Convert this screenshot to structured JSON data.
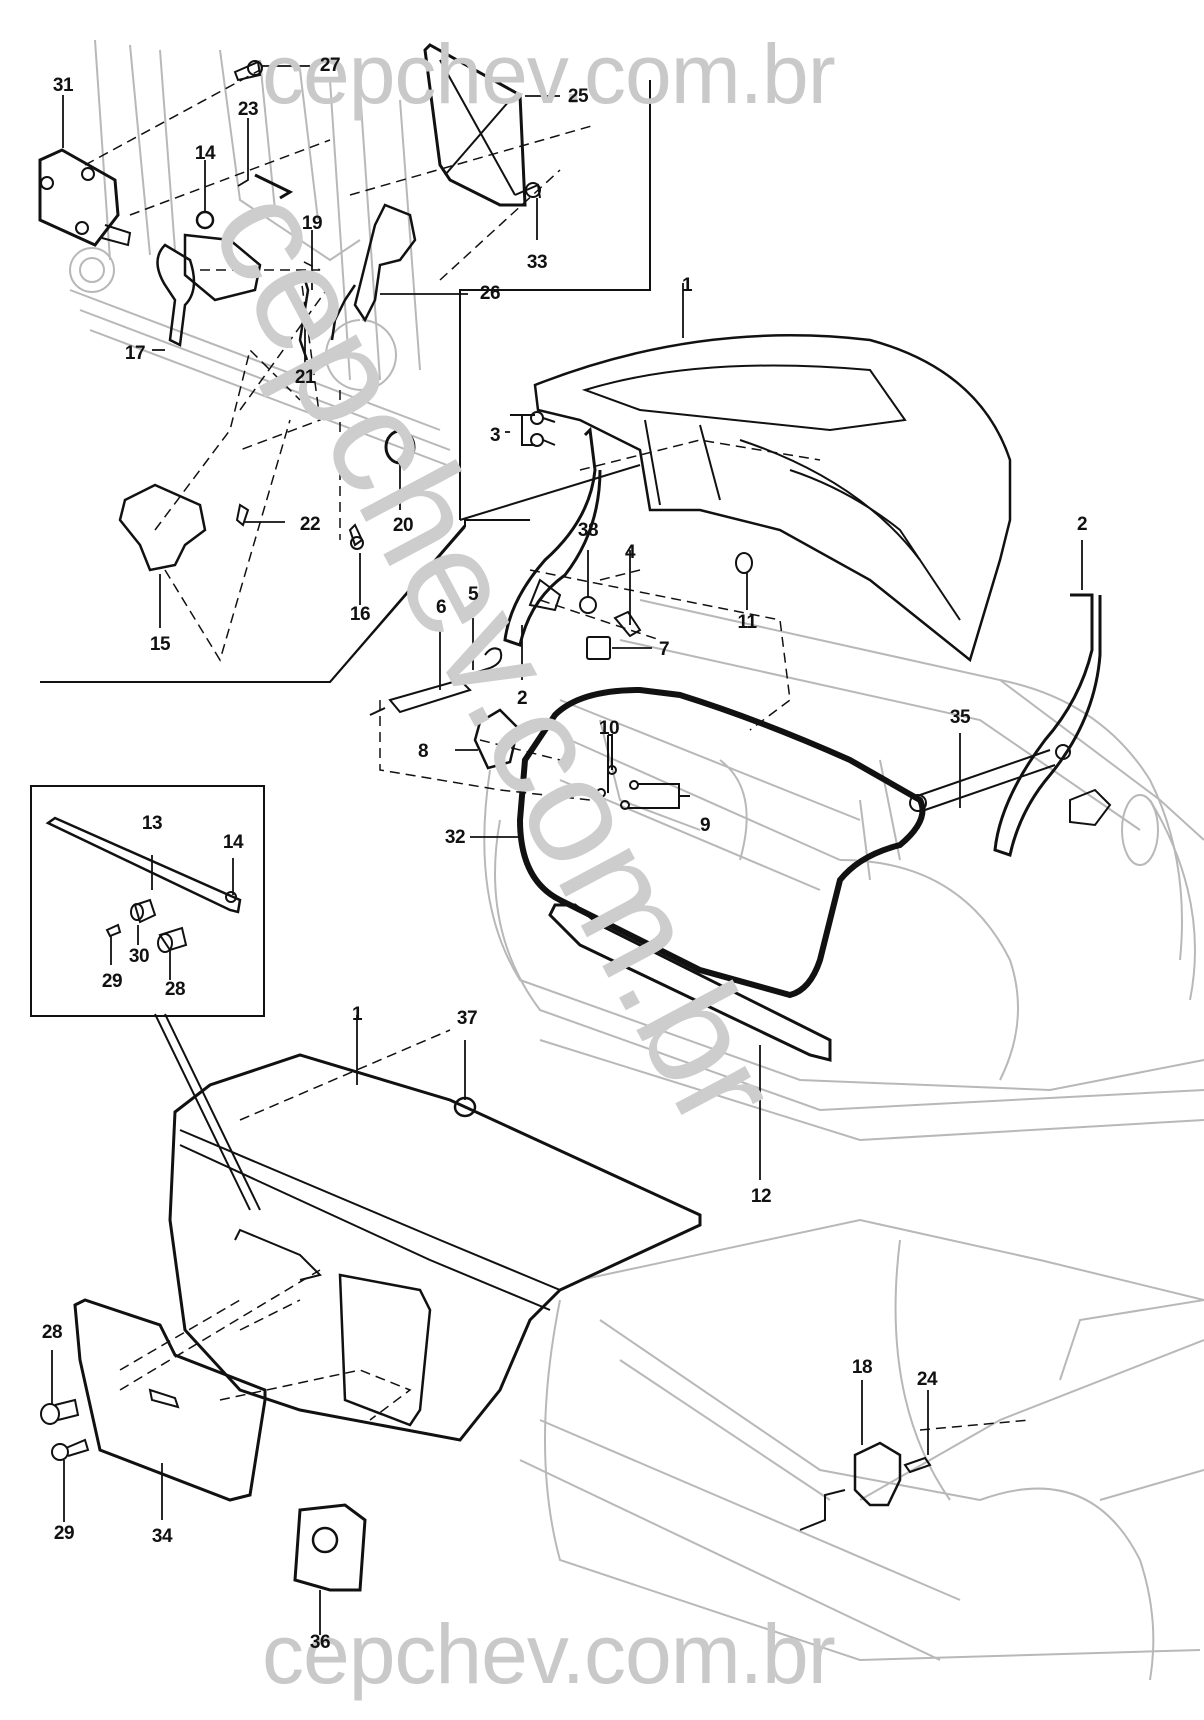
{
  "diagram": {
    "title": "Trunk lid assembly exploded parts diagram",
    "watermark_text": "cepchev.com.br",
    "colors": {
      "ink": "#111111",
      "background_drawing": "#b8b8b8",
      "watermark": "#c9c9c9"
    },
    "callouts": [
      {
        "id": "c27",
        "label": "27"
      },
      {
        "id": "c25",
        "label": "25"
      },
      {
        "id": "c31",
        "label": "31"
      },
      {
        "id": "c23",
        "label": "23"
      },
      {
        "id": "c14a",
        "label": "14"
      },
      {
        "id": "c33",
        "label": "33"
      },
      {
        "id": "c19",
        "label": "19"
      },
      {
        "id": "c26",
        "label": "26"
      },
      {
        "id": "c1a",
        "label": "1"
      },
      {
        "id": "c17",
        "label": "17"
      },
      {
        "id": "c21",
        "label": "21"
      },
      {
        "id": "c3",
        "label": "3"
      },
      {
        "id": "c20",
        "label": "20"
      },
      {
        "id": "c22",
        "label": "22"
      },
      {
        "id": "c38",
        "label": "38"
      },
      {
        "id": "c4",
        "label": "4"
      },
      {
        "id": "c2a",
        "label": "2"
      },
      {
        "id": "c15",
        "label": "15"
      },
      {
        "id": "c16",
        "label": "16"
      },
      {
        "id": "c11",
        "label": "11"
      },
      {
        "id": "c6",
        "label": "6"
      },
      {
        "id": "c5",
        "label": "5"
      },
      {
        "id": "c7",
        "label": "7"
      },
      {
        "id": "c2b",
        "label": "2"
      },
      {
        "id": "c35",
        "label": "35"
      },
      {
        "id": "c10",
        "label": "10"
      },
      {
        "id": "c8",
        "label": "8"
      },
      {
        "id": "c9",
        "label": "9"
      },
      {
        "id": "c32",
        "label": "32"
      },
      {
        "id": "c13",
        "label": "13"
      },
      {
        "id": "c14b",
        "label": "14"
      },
      {
        "id": "c30",
        "label": "30"
      },
      {
        "id": "c29a",
        "label": "29"
      },
      {
        "id": "c28a",
        "label": "28"
      },
      {
        "id": "c1b",
        "label": "1"
      },
      {
        "id": "c37",
        "label": "37"
      },
      {
        "id": "c12",
        "label": "12"
      },
      {
        "id": "c18",
        "label": "18"
      },
      {
        "id": "c24",
        "label": "24"
      },
      {
        "id": "c28b",
        "label": "28"
      },
      {
        "id": "c29b",
        "label": "29"
      },
      {
        "id": "c34",
        "label": "34"
      },
      {
        "id": "c36",
        "label": "36"
      }
    ]
  }
}
